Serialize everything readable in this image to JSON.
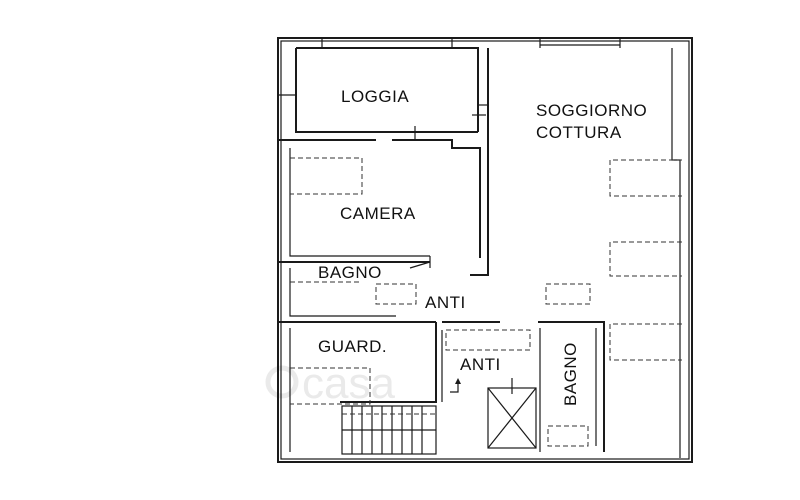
{
  "rooms": {
    "loggia": "LOGGIA",
    "soggiorno_line1": "SOGGIORNO",
    "soggiorno_line2": "COTTURA",
    "camera": "CAMERA",
    "bagno_1": "BAGNO",
    "anti_1": "ANTI",
    "guardaroba": "GUARD.",
    "anti_2": "ANTI",
    "bagno_2": "BAGNO"
  },
  "watermark": "casa",
  "colors": {
    "line": "#1a1a1a",
    "background": "#ffffff",
    "watermark": "#d9d9d9"
  }
}
